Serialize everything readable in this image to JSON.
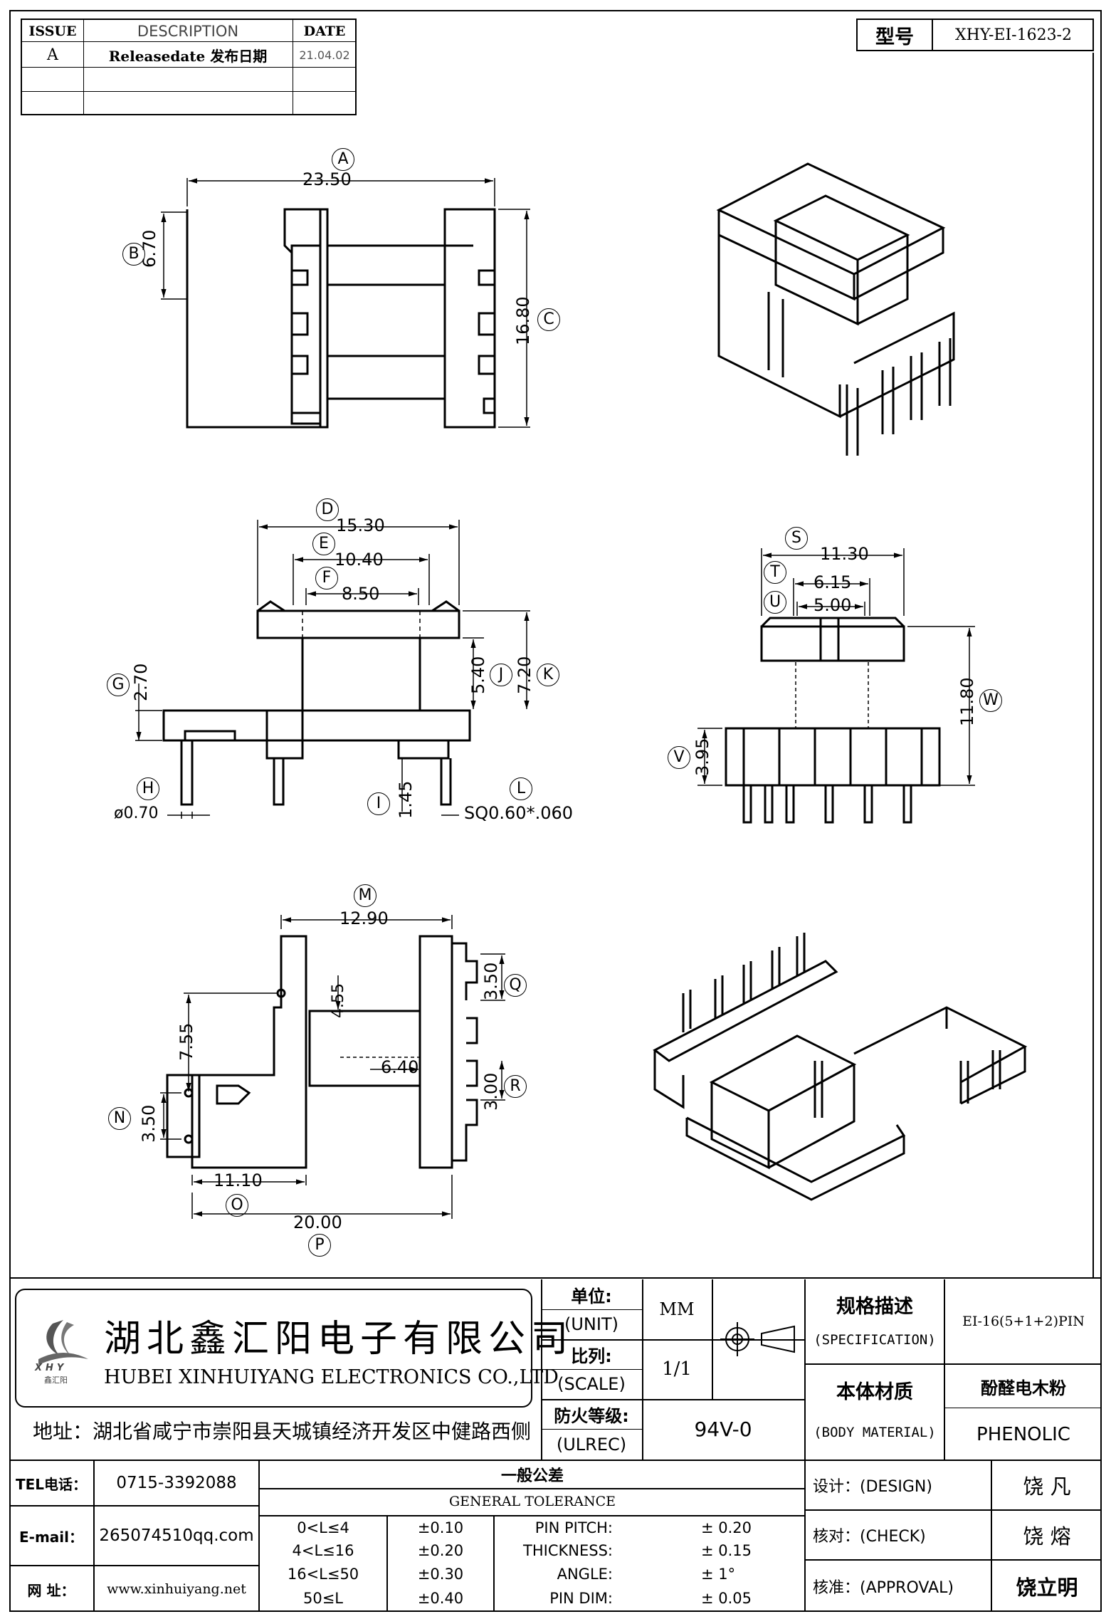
{
  "revision_table": {
    "headers": {
      "issue": "ISSUE",
      "description": "DESCRIPTION",
      "date": "DATE"
    },
    "rows": [
      {
        "issue": "A",
        "description": "Releasedate 发布日期",
        "date": "21.04.02"
      }
    ]
  },
  "model": {
    "label": "型号",
    "value": "XHY-EI-1623-2"
  },
  "dims": {
    "A": {
      "letter": "A",
      "value": "23.50"
    },
    "B": {
      "letter": "B",
      "value": "6.70"
    },
    "C": {
      "letter": "C",
      "value": "16.80"
    },
    "D": {
      "letter": "D",
      "value": "15.30"
    },
    "E": {
      "letter": "E",
      "value": "10.40"
    },
    "F": {
      "letter": "F",
      "value": "8.50"
    },
    "G": {
      "letter": "G",
      "value": "2.70"
    },
    "H": {
      "letter": "H",
      "value": "ø0.70"
    },
    "I": {
      "letter": "I",
      "value": "1.45"
    },
    "J": {
      "letter": "J",
      "value": "5.40"
    },
    "K": {
      "letter": "K",
      "value": "7.20"
    },
    "L": {
      "letter": "L",
      "value": "SQ0.60*.060"
    },
    "M": {
      "letter": "M",
      "value": "12.90"
    },
    "N": {
      "letter": "N",
      "value": "3.50"
    },
    "O": {
      "letter": "O",
      "value": "11.10"
    },
    "P": {
      "letter": "P",
      "value": "20.00"
    },
    "Q": {
      "letter": "Q",
      "value": "3.50"
    },
    "R": {
      "letter": "R",
      "value": "3.00"
    },
    "S": {
      "letter": "S",
      "value": "11.30"
    },
    "T": {
      "letter": "T",
      "value": "6.15"
    },
    "U": {
      "letter": "U",
      "value": "5.00"
    },
    "V": {
      "letter": "V",
      "value": "3.95"
    },
    "W": {
      "letter": "W",
      "value": "11.80"
    },
    "extra1": "7.55",
    "extra2": "4.55",
    "extra3": "6.40"
  },
  "company": {
    "name_cn": "湖北鑫汇阳电子有限公司",
    "name_en": "HUBEI XINHUIYANG ELECTRONICS CO.,LTD",
    "logo_text": "XHY",
    "logo_sub": "鑫汇阳",
    "address": "地址：湖北省咸宁市崇阳县天城镇经济开发区中健路西侧"
  },
  "title_block": {
    "unit_cn": "单位:",
    "unit_en": "(UNIT)",
    "unit_value": "MM",
    "scale_cn": "比列:",
    "scale_en": "(SCALE)",
    "scale_value": "1/1",
    "ul_cn": "防火等级:",
    "ul_en": "(ULREC)",
    "ul_value": "94V-0",
    "spec_cn": "规格描述",
    "spec_en": "(SPECIFICATION)",
    "spec_value": "EI-16(5+1+2)PIN",
    "material_cn": "本体材质",
    "material_en": "(BODY MATERIAL)",
    "material_value_cn": "酚醛电木粉",
    "material_value_en": "PHENOLIC",
    "design_label": "设计：(DESIGN)",
    "design_name": "饶  凡",
    "check_label": "核对：(CHECK)",
    "check_name": "饶  熔",
    "approval_label": "核准：(APPROVAL)",
    "approval_name": "饶立明"
  },
  "contact": {
    "tel_label": "TEL电话：",
    "tel": "0715-3392088",
    "email_label": "E-mail：",
    "email": "265074510qq.com",
    "web_label": "网  址：",
    "web": "www.xinhuiyang.net"
  },
  "tolerance": {
    "title_cn": "一般公差",
    "title_en": "GENERAL TOLERANCE",
    "ranges": [
      {
        "range": "0<L≤4",
        "tol": "±0.10"
      },
      {
        "range": "4<L≤16",
        "tol": "±0.20"
      },
      {
        "range": "16<L≤50",
        "tol": "±0.30"
      },
      {
        "range": "50≤L",
        "tol": "±0.40"
      }
    ],
    "specs": [
      {
        "label": "PIN PITCH:",
        "value": "±  0.20"
      },
      {
        "label": "THICKNESS:",
        "value": "±  0.15"
      },
      {
        "label": "ANGLE:",
        "value": "±  1°"
      },
      {
        "label": "PIN DIM:",
        "value": "±  0.05"
      }
    ]
  }
}
